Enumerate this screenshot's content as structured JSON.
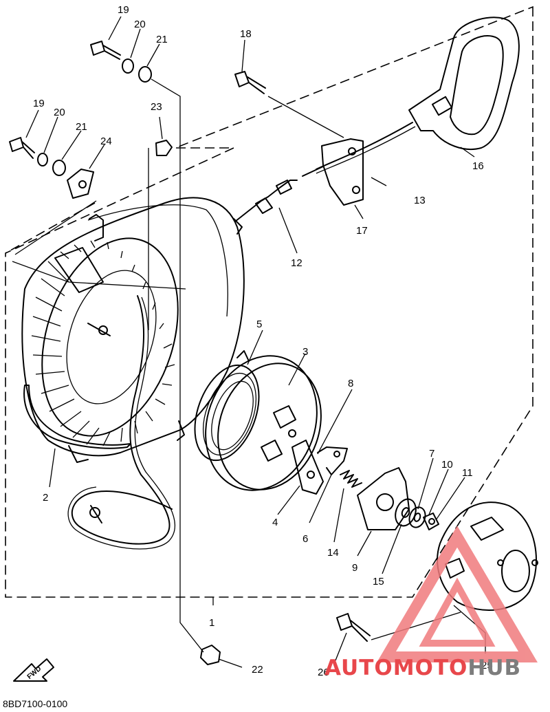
{
  "diagram_code": "8BD7100-0100",
  "fwd_label": "FWD",
  "watermark": {
    "text_main": "AUTOMOTO",
    "text_tail": "HUB",
    "color_main": "#e8474b",
    "color_tail": "#7d7d7d",
    "triangle_color": "#f07b7d"
  },
  "callouts": {
    "c1": "1",
    "c2": "2",
    "c3": "3",
    "c4": "4",
    "c5": "5",
    "c6": "6",
    "c7": "7",
    "c8": "8",
    "c9": "9",
    "c10": "10",
    "c11": "11",
    "c12": "12",
    "c13": "13",
    "c14": "14",
    "c15": "15",
    "c16": "16",
    "c17": "17",
    "c18": "18",
    "c19a": "19",
    "c20a": "20",
    "c21a": "21",
    "c19b": "19",
    "c20b": "20",
    "c21b": "21",
    "c22": "22",
    "c23": "23",
    "c24": "24",
    "c25": "25",
    "c26": "26"
  }
}
